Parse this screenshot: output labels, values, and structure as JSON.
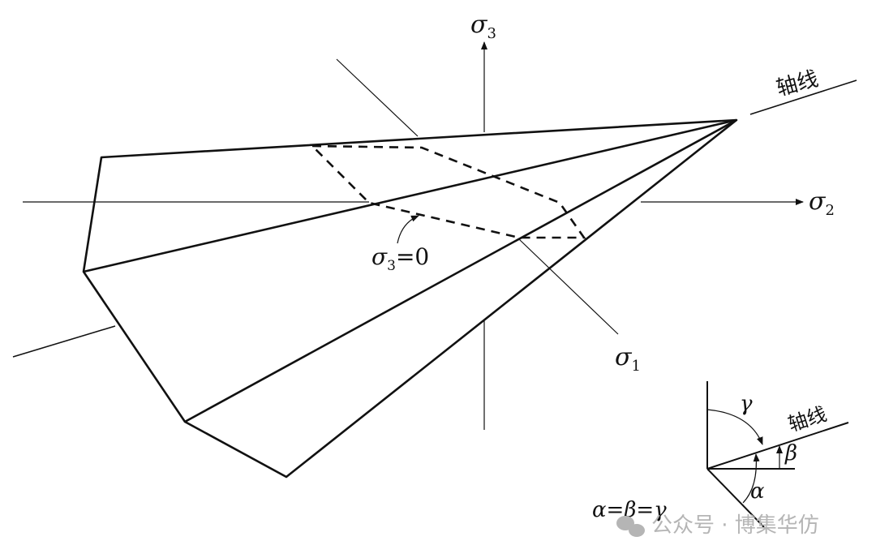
{
  "labels": {
    "sigma3": "σ",
    "sigma3_sub": "3",
    "sigma2": "σ",
    "sigma2_sub": "2",
    "sigma1": "σ",
    "sigma1_sub": "1",
    "sigma3_zero": "σ",
    "sigma3_zero_sub": "3",
    "sigma3_zero_eq": "=0",
    "axis_main": "轴线",
    "axis_inset": "轴线",
    "gamma": "γ",
    "beta": "β",
    "alpha": "α",
    "equation": "α=β=γ"
  },
  "watermark": {
    "text": "公众号 · 博集华仿"
  }
}
